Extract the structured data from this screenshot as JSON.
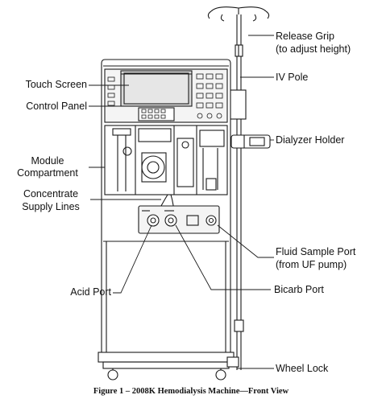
{
  "labels": {
    "release_grip_1": "Release Grip",
    "release_grip_2": "(to adjust height)",
    "iv_pole": "IV Pole",
    "touch_screen": "Touch Screen",
    "control_panel": "Control Panel",
    "dialyzer_holder": "Dialyzer Holder",
    "module_1": "Module",
    "module_2": "Compartment",
    "concentrate_1": "Concentrate",
    "concentrate_2": "Supply Lines",
    "fluid_sample_1": "Fluid Sample Port",
    "fluid_sample_2": "(from UF pump)",
    "acid_port": "Acid Port",
    "bicarb_port": "Bicarb Port",
    "wheel_lock": "Wheel Lock"
  },
  "caption": "Figure 1 – 2008K Hemodialysis Machine—Front View",
  "colors": {
    "line": "#1a1a1a",
    "panel_fill": "#eeeeee",
    "screen_fill": "#d9d9d9"
  }
}
